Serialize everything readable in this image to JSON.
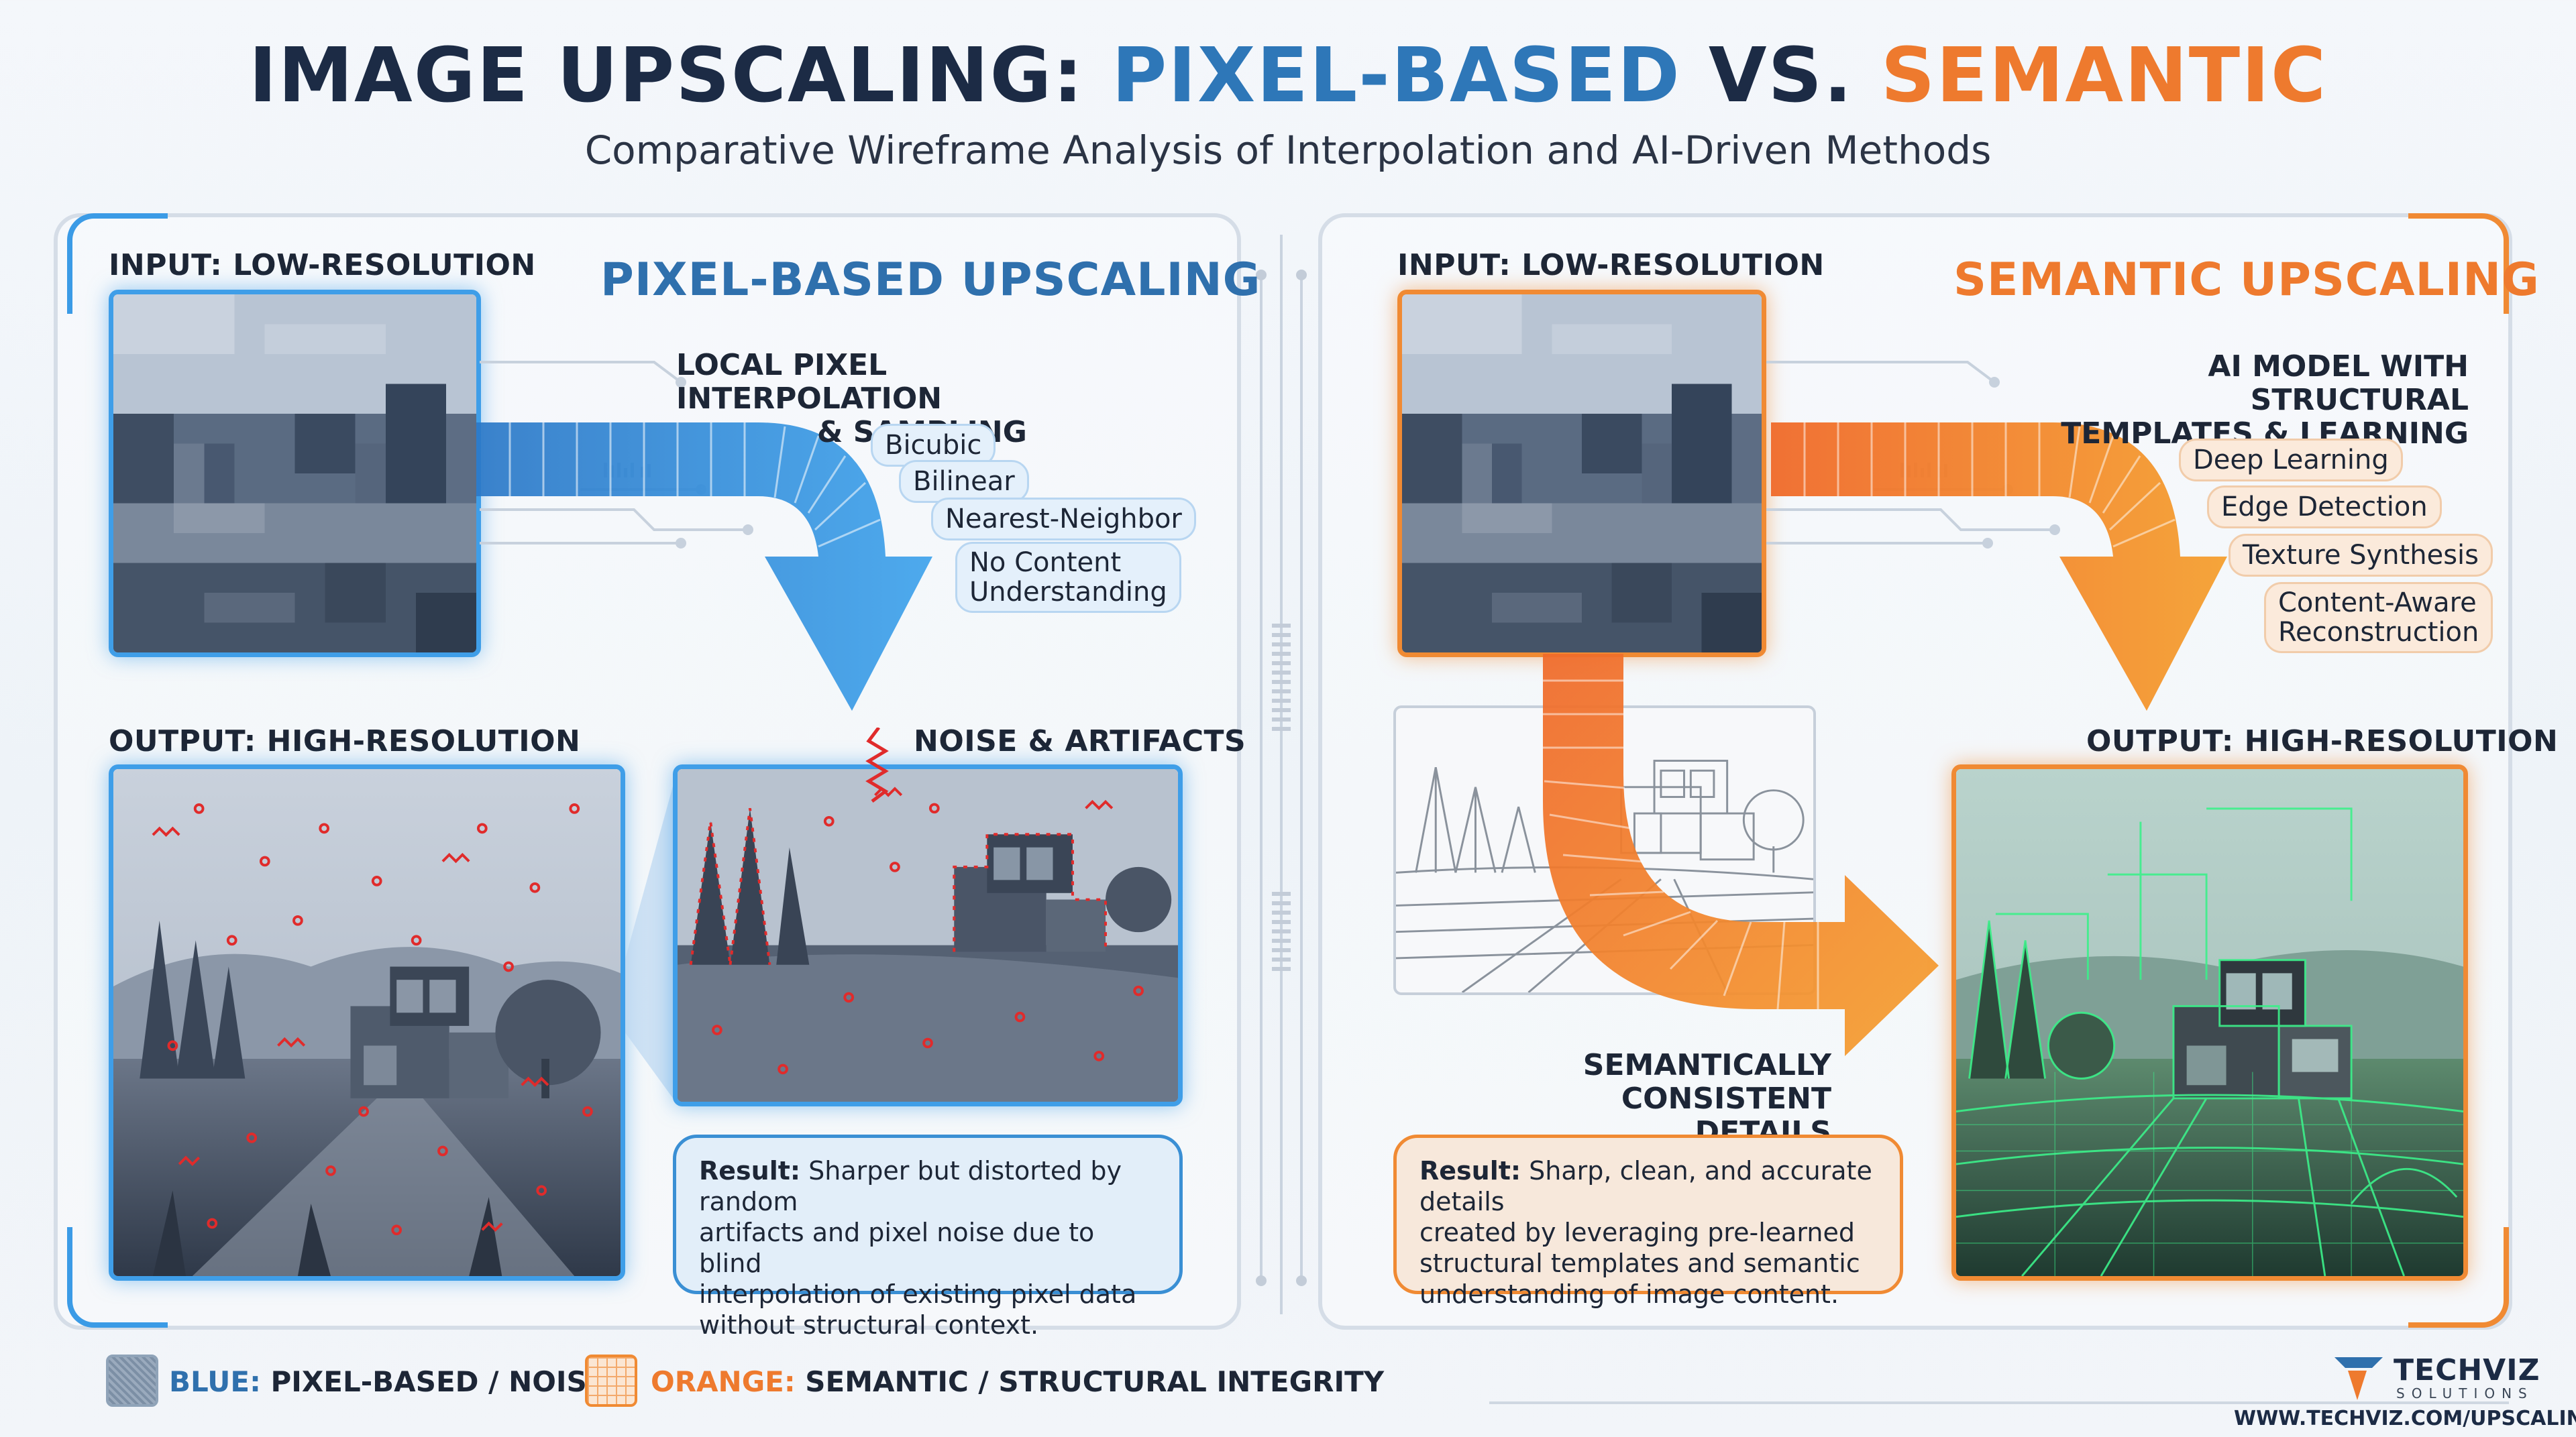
{
  "header": {
    "title_part1": "IMAGE UPSCALING: ",
    "title_part2": "PIXEL-BASED",
    "title_part3": " VS. ",
    "title_part4": "SEMANTIC",
    "subtitle": "Comparative Wireframe Analysis of Interpolation and AI-Driven Methods"
  },
  "left_panel": {
    "input_label": "INPUT: LOW-RESOLUTION",
    "heading": "PIXEL-BASED UPSCALING",
    "method_title_line1": "LOCAL PIXEL INTERPOLATION",
    "method_title_line2": "& SAMPLING",
    "methods": [
      "Bicubic",
      "Bilinear",
      "Nearest-Neighbor"
    ],
    "note_line1": "No Content",
    "note_line2": "Understanding",
    "output_label": "OUTPUT: HIGH-RESOLUTION",
    "artifact_label": "NOISE & ARTIFACTS",
    "result_bold": "Result:",
    "result_lines": [
      " Sharper but distorted by random",
      "artifacts and pixel noise due to blind",
      "interpolation of existing pixel data",
      "without structural context."
    ]
  },
  "right_panel": {
    "input_label": "INPUT: LOW-RESOLUTION",
    "heading": "SEMANTIC UPSCALING",
    "method_title_line1": "AI MODEL WITH STRUCTURAL",
    "method_title_line2": "TEMPLATES & LEARNING",
    "methods": [
      "Deep Learning",
      "Edge Detection",
      "Texture Synthesis"
    ],
    "method4_line1": "Content-Aware",
    "method4_line2": "Reconstruction",
    "output_label": "OUTPUT: HIGH-RESOLUTION",
    "consistency_line1": "SEMANTICALLY",
    "consistency_line2": "CONSISTENT DETAILS",
    "result_bold": "Result:",
    "result_lines": [
      " Sharp, clean, and accurate details",
      "created by leveraging pre-learned",
      "structural templates and semantic",
      "understanding of image content."
    ]
  },
  "legend": {
    "blue_key": "BLUE:",
    "blue_text": " PIXEL-BASED / NOISE",
    "orange_key": "ORANGE:",
    "orange_text": " SEMANTIC / STRUCTURAL INTEGRITY"
  },
  "brand": {
    "name": "TECHVIZ",
    "tagline": "SOLUTIONS",
    "url": "WWW.TECHVIZ.COM/UPSCALING"
  },
  "colors": {
    "blue_accent": "#3b9be6",
    "orange_accent": "#f08a33",
    "title_dark": "#1c2b45",
    "noise_red": "#e02b2b",
    "wireframe_green": "#3cf08a"
  },
  "icons": {
    "arrow_left": "curved-down-arrow-icon",
    "arrow_right": "curved-down-arrow-icon",
    "arrow_sketch": "curved-right-arrow-icon",
    "legend_blue": "noise-swatch-icon",
    "legend_orange": "grid-swatch-icon",
    "brand_logo": "techviz-logo-icon"
  }
}
